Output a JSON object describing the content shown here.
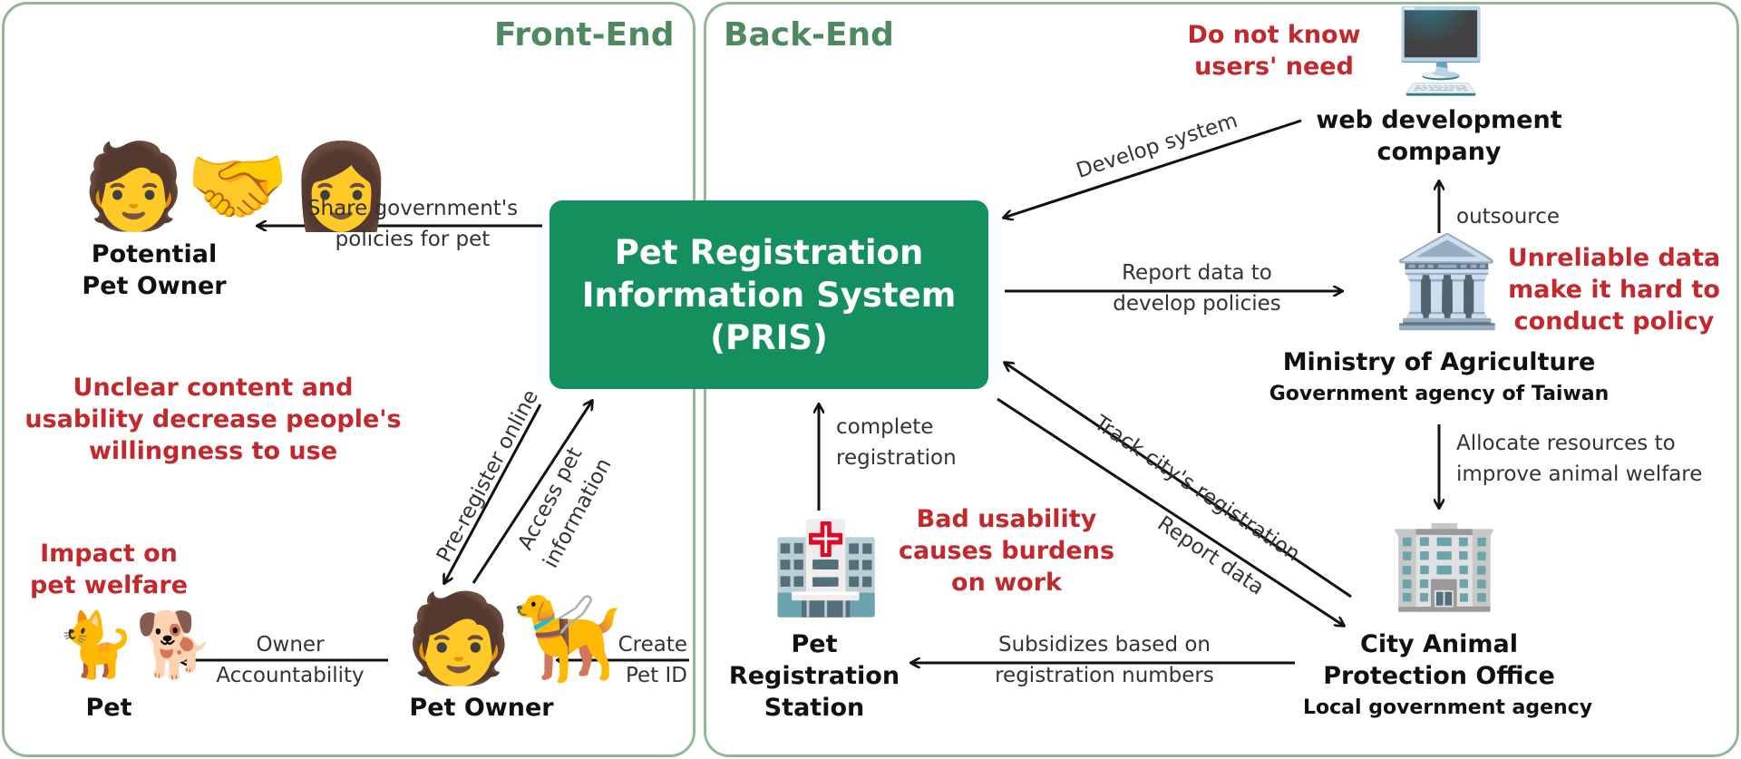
{
  "panels": {
    "front_title": "Front-End",
    "back_title": "Back-End"
  },
  "pris": {
    "line1": "Pet Registration",
    "line2": "Information System",
    "line3": "(PRIS)"
  },
  "nodes": {
    "potential_owner": {
      "line1": "Potential",
      "line2": "Pet Owner",
      "icon": "people-emoji"
    },
    "pet_owner": {
      "label": "Pet Owner",
      "icon": "person-with-guide-dog-emoji"
    },
    "pet": {
      "label": "Pet",
      "icon": "cat-and-dog-emoji"
    },
    "station": {
      "line1": "Pet",
      "line2": "Registration",
      "line3": "Station",
      "icon": "hospital-emoji"
    },
    "city": {
      "line1": "City Animal",
      "line2": "Protection Office",
      "sub": "Local government agency",
      "icon": "office-building-emoji"
    },
    "ministry": {
      "line1": "Ministry of Agriculture",
      "sub": "Government agency of Taiwan",
      "icon": "classical-building-emoji"
    },
    "webdev": {
      "line1": "web development",
      "line2": "company",
      "icon": "desktop-computer-emoji"
    }
  },
  "edges": {
    "share": {
      "line1": "Share government's",
      "line2": "policies for pet"
    },
    "preregister": "Pre-register online",
    "access": {
      "line1": "Access pet",
      "line2": "information"
    },
    "owner_acc": {
      "line1": "Owner",
      "line2": "Accountability"
    },
    "create": {
      "line1": "Create",
      "line2": "Pet ID"
    },
    "complete": {
      "line1": "complete",
      "line2": "registration"
    },
    "develop": "Develop system",
    "report_policy": {
      "line1": "Report data to",
      "line2": "develop policies"
    },
    "outsource": "outsource",
    "allocate": {
      "line1": "Allocate resources to",
      "line2": "improve animal welfare"
    },
    "track": "Track city's registration",
    "report": "Report data",
    "subsidize": {
      "line1": "Subsidizes based on",
      "line2": "registration numbers"
    }
  },
  "issues": {
    "unclear": {
      "line1": "Unclear content and",
      "line2": "usability decrease people's",
      "line3": "willingness to use"
    },
    "impact": {
      "line1": "Impact on",
      "line2": "pet welfare"
    },
    "bad_usability": {
      "line1": "Bad usability",
      "line2": "causes burdens",
      "line3": "on work"
    },
    "unreliable": {
      "line1": "Unreliable data",
      "line2": "make it hard to",
      "line3": "conduct policy"
    },
    "unknown_need": {
      "line1": "Do not know",
      "line2": "users' need"
    }
  },
  "colors": {
    "panel_border": "#8fb995",
    "panel_title": "#4f8a5f",
    "pris_fill": "#14905f",
    "issue_red": "#c3282c"
  }
}
